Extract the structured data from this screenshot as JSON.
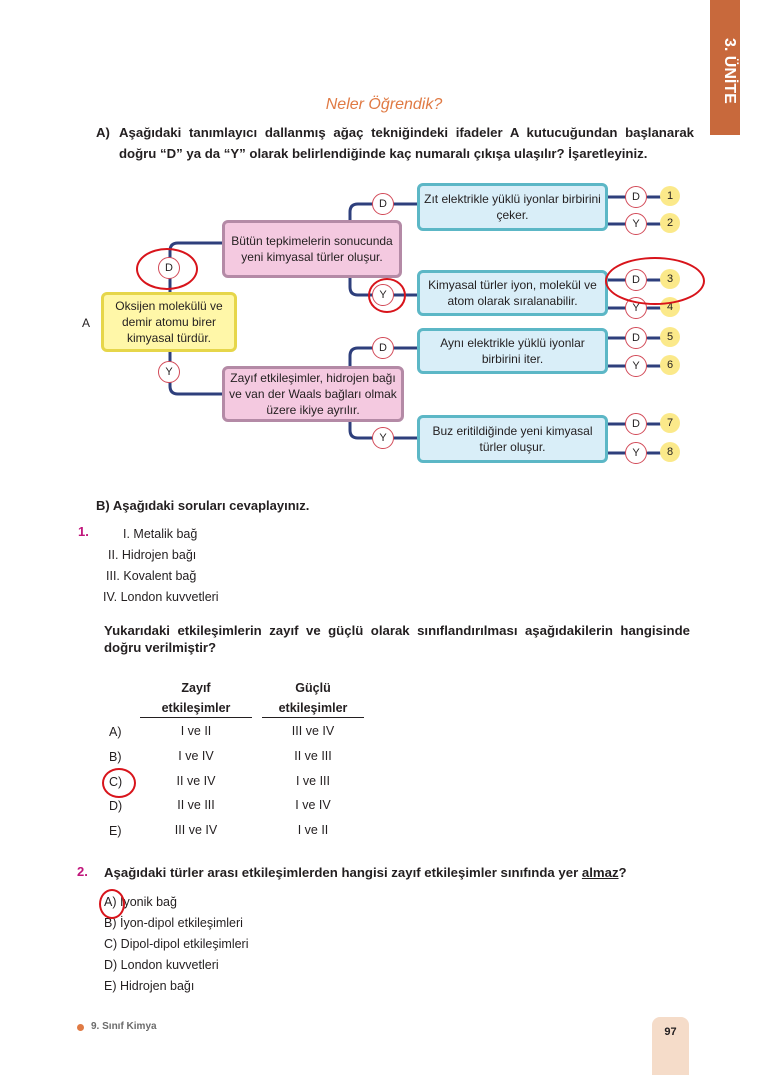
{
  "unit_tab": "3. ÜNİTE",
  "section_title": "Neler Öğrendik?",
  "part_a": {
    "label": "A)",
    "text_line1": "Aşağıdaki tanımlayıcı dallanmış ağaç tekniğindeki ifadeler A kutucuğundan başlanarak",
    "text_line2": "doğru “D” ya da “Y” olarak belirlendiğinde kaç numaralı çıkışa ulaşılır? İşaretleyiniz."
  },
  "tree": {
    "start_label": "A",
    "root": "Oksijen molekülü ve demir atomu birer kimyasal türdür.",
    "mid_top": "Bütün tepkimelerin sonucunda yeni kimyasal türler oluşur.",
    "mid_bottom": "Zayıf etkileşimler, hidrojen bağı ve van der Waals bağları olmak üzere ikiye ayrılır.",
    "leaf1": "Zıt elektrikle yüklü iyonlar birbirini çeker.",
    "leaf2": "Kimyasal türler iyon, molekül ve atom olarak sıralanabilir.",
    "leaf3": "Aynı elektrikle yüklü iyonlar birbirini iter.",
    "leaf4": "Buz eritildiğinde yeni kimyasal türler oluşur.",
    "d": "D",
    "y": "Y",
    "outputs": [
      "1",
      "2",
      "3",
      "4",
      "5",
      "6",
      "7",
      "8"
    ]
  },
  "part_b": {
    "title": "B) Aşağıdaki soruları cevaplayınız."
  },
  "q1": {
    "number": "1.",
    "items": [
      "I. Metalik bağ",
      "II. Hidrojen bağı",
      "III. Kovalent bağ",
      "IV. London kuvvetleri"
    ],
    "stem_line1": "Yukarıdaki etkileşimlerin zayıf ve güçlü olarak sınıflandırılması aşağıdakilerin hangisinde",
    "stem_line2": "doğru verilmiştir?",
    "col1_h1": "Zayıf",
    "col1_h2": "etkileşimler",
    "col2_h1": "Güçlü",
    "col2_h2": "etkileşimler",
    "rows": [
      {
        "opt": "A)",
        "weak": "I ve II",
        "strong": "III ve IV"
      },
      {
        "opt": "B)",
        "weak": "I ve IV",
        "strong": "II ve III"
      },
      {
        "opt": "C)",
        "weak": "II ve IV",
        "strong": "I ve III"
      },
      {
        "opt": "D)",
        "weak": "II ve III",
        "strong": "I ve IV"
      },
      {
        "opt": "E)",
        "weak": "III ve IV",
        "strong": "I ve II"
      }
    ],
    "marked_option": "C"
  },
  "q2": {
    "number": "2.",
    "stem": "Aşağıdaki türler arası etkileşimlerden hangisi zayıf etkileşimler sınıfında yer",
    "stem_underlined": "almaz",
    "stem_end": "?",
    "options": [
      "A) İyonik bağ",
      "B) İyon-dipol etkileşimleri",
      "C) Dipol-dipol etkileşimleri",
      "D) London kuvvetleri",
      "E) Hidrojen bağı"
    ],
    "marked_option": "A"
  },
  "footer": {
    "book": "9. Sınıf Kimya",
    "page": "97"
  },
  "colors": {
    "accent_orange": "#e07a44",
    "magenta_number": "#c0147a",
    "tree_line": "#2e3f7c",
    "annotation_red": "#d8141b"
  }
}
